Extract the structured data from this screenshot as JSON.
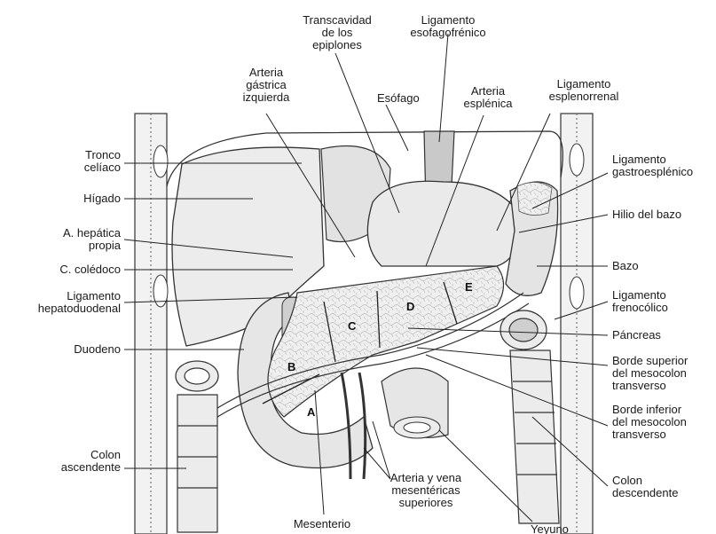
{
  "labels": {
    "transcavidad": "Transcavidad\nde los\nepiplones",
    "lig_esofagofrenico": "Ligamento\nesofagofrénico",
    "arteria_gastrica": "Arteria\ngástrica\nizquierda",
    "esofago": "Esófago",
    "arteria_esplenica": "Arteria\nesplénica",
    "lig_esplenorrenal": "Ligamento\nesplenorrenal",
    "tronco_celiaco": "Tronco\ncelíaco",
    "higado": "Hígado",
    "hepatica_propia": "A. hepática\npropia",
    "coledoco": "C. colédoco",
    "lig_hepatoduodenal": "Ligamento\nhepatoduodenal",
    "duodeno": "Duodeno",
    "colon_ascendente": "Colon\nascendente",
    "mesenterio": "Mesenterio",
    "art_vena_mesentericas": "Arteria y vena\nmesentéricas\nsuperiores",
    "yeyuno": "Yeyuno",
    "lig_gastroesplenico": "Ligamento\ngastroesplénico",
    "hilio_bazo": "Hilio del bazo",
    "bazo": "Bazo",
    "lig_frenocolico": "Ligamento\nfrenocólico",
    "pancreas": "Páncreas",
    "borde_superior": "Borde superior\ndel mesocolon\ntransverso",
    "borde_inferior": "Borde inferior\ndel mesocolon\ntransverso",
    "colon_descendente": "Colon\ndescendente"
  },
  "segments": {
    "a": "A",
    "b": "B",
    "c": "C",
    "d": "D",
    "e": "E"
  }
}
